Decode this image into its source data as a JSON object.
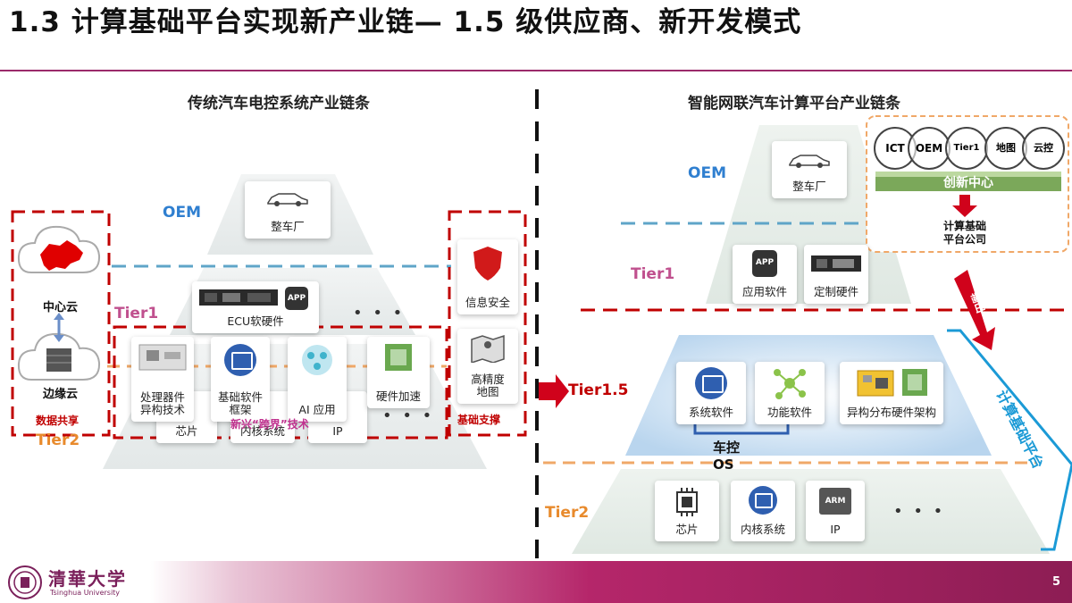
{
  "title": "1.3  计算基础平台实现新产业链— 1.5 级供应商、新开发模式",
  "page_number": "5",
  "university_name": "Tsinghua University",
  "left": {
    "subtitle": "传统汽车电控系统产业链条",
    "oem_label": "OEM",
    "tier1_label": "Tier1",
    "tier2_label": "Tier2",
    "oem_box": "整车厂",
    "ecu_label": "ECU软硬件",
    "app_badge": "APP",
    "dots": "• • •",
    "processor_box": "处理器件\n异构技术",
    "basic_sw_box": "基础软件\n框架",
    "ai_box": "AI 应用",
    "hw_accel_box": "硬件加速",
    "chip_label": "芯片",
    "kernel_label": "内核系统",
    "ip_label": "IP",
    "new_tech_label": "新兴“跨界”技术",
    "center_cloud": "中心云",
    "edge_cloud": "边缘云",
    "data_share": "数据共享",
    "info_security": "信息安全",
    "hd_map": "高精度\n地图",
    "base_support": "基础支撑"
  },
  "middle": {
    "tier15_label": "Tier1.5"
  },
  "right": {
    "subtitle": "智能网联汽车计算平台产业链条",
    "oem_label": "OEM",
    "tier1_label": "Tier1",
    "tier2_label": "Tier2",
    "oem_box": "整车厂",
    "app_sw_box": "应用软件",
    "custom_hw_box": "定制硬件",
    "app_badge": "APP",
    "innovation_circles": [
      "ICT",
      "OEM",
      "Tier1",
      "地图",
      "云控"
    ],
    "innovation_center": "创新中心",
    "platform_company": "计算基础\n平台公司",
    "output_label": "输出",
    "sys_sw_box": "系统软件",
    "func_sw_box": "功能软件",
    "hetero_hw_box": "异构分布硬件架构",
    "vehicle_os": "车控\nOS",
    "computing_platform": "计算基础平台",
    "chip_box": "芯片",
    "kernel_box": "内核系统",
    "ip_box": "IP",
    "arm_badge": "ARM",
    "dots": "• • •"
  },
  "colors": {
    "oem_blue": "#2f7fd0",
    "tier1_pink": "#c0508e",
    "tier2_orange": "#e88a2c",
    "dashed_red": "#c00000",
    "platform_blue": "#1b9ad6",
    "footer_purple": "#9b2a6a"
  }
}
